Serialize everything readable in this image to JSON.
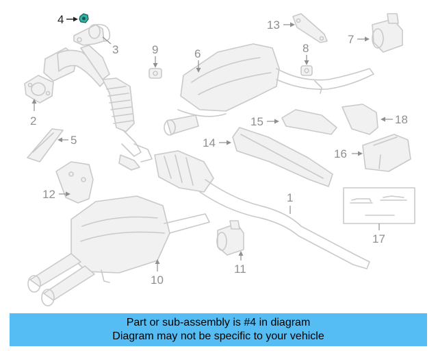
{
  "diagram": {
    "highlighted_part": "4",
    "callouts": {
      "c1": "1",
      "c2": "2",
      "c3": "3",
      "c4": "4",
      "c5": "5",
      "c6": "6",
      "c7": "7",
      "c8": "8",
      "c9": "9",
      "c10": "10",
      "c11": "11",
      "c12": "12",
      "c13": "13",
      "c14": "14",
      "c15": "15",
      "c16": "16",
      "c17": "17",
      "c18": "18"
    },
    "colors": {
      "highlight_part": "#2fb3a6",
      "line_art": "#c9c9c9",
      "callout_text": "#8f8f8f"
    }
  },
  "banner": {
    "line1": "Part or sub-assembly is #4 in diagram",
    "line2": "Diagram may not be specific to your vehicle",
    "background": "#55bdf3"
  }
}
